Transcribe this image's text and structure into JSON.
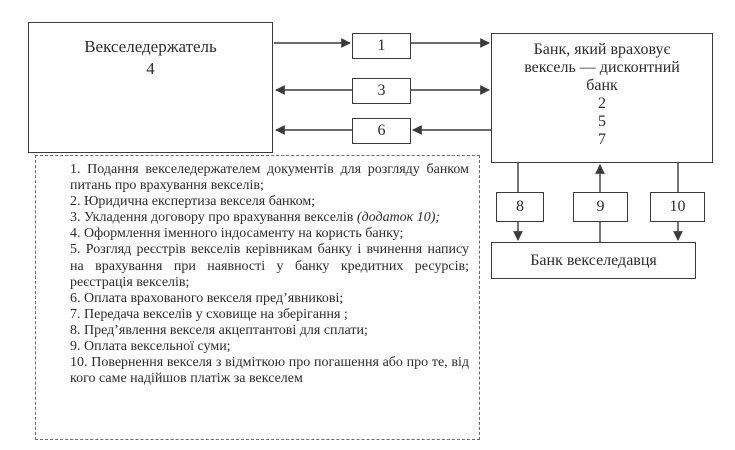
{
  "holder": {
    "title": "Векселедержатель",
    "code": "4"
  },
  "bank": {
    "lines": [
      "Банк, який враховує",
      "вексель — дисконтний",
      "банк",
      "2",
      "5",
      "7"
    ]
  },
  "flows": {
    "s1": "1",
    "s3": "3",
    "s6": "6",
    "s8": "8",
    "s9": "9",
    "s10": "10"
  },
  "drawer_bank": "Банк векселедавця",
  "steps": {
    "s1": "1. Подання векселедержателем документів для розгляду банком питань про врахування векселів;",
    "s2": "2. Юридична експертиза векселя банком;",
    "s3_text": "3. Укладення договору про врахування векселів ",
    "s3_ref": "(додаток 10);",
    "s4": "4. Оформлення іменного індосаменту на користь банку;",
    "s5": "5. Розгляд реєстрів векселів керівникам банку і вчинення напису на врахування при наявності у банку кредитних ресурсів; реєстрація векселів;",
    "s6": "6. Оплата врахованого векселя пред’явникові;",
    "s7": "7. Передача векселів у сховище на зберігання ;",
    "s8": "8. Пред’явлення векселя акцептантові для сплати;",
    "s9": "9. Оплата вексельної суми;",
    "s10": "10. Повернення векселя з відміткою про погашення або про те, від кого саме надійшов платіж за векселем"
  }
}
